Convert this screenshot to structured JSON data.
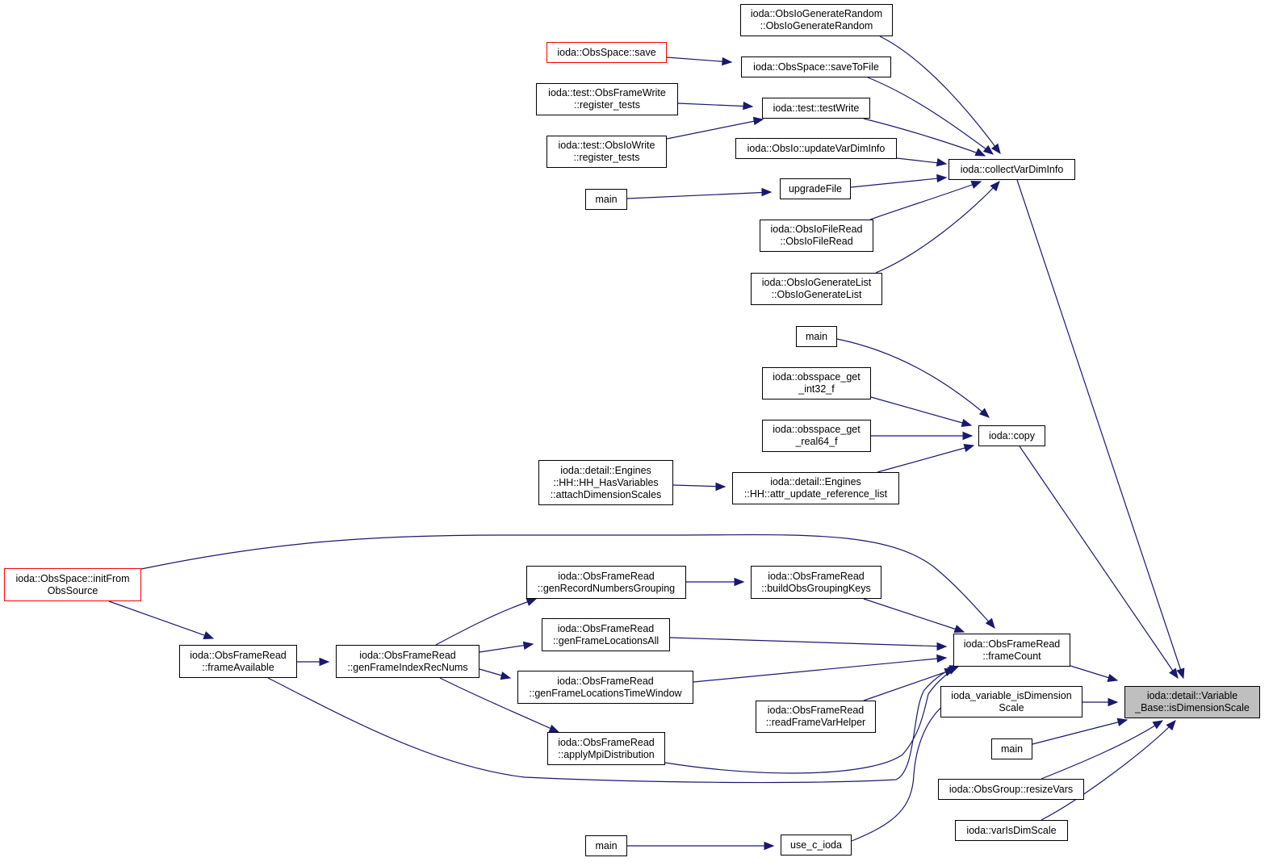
{
  "graph": {
    "edge_color": "#191970",
    "node_border_color": "#000000",
    "highlight_border_color": "#ff0000",
    "focus_fill_color": "#bfbfbf",
    "nodes": {
      "obsiogeneraterandom": [
        "ioda::ObsIoGenerateRandom",
        "::ObsIoGenerateRandom"
      ],
      "obsspace_save": [
        "ioda::ObsSpace::save"
      ],
      "savetofile": [
        "ioda::ObsSpace::saveToFile"
      ],
      "obsframewrite_register": [
        "ioda::test::ObsFrameWrite",
        "::register_tests"
      ],
      "testwrite": [
        "ioda::test::testWrite"
      ],
      "obsiowrite_register": [
        "ioda::test::ObsIoWrite",
        "::register_tests"
      ],
      "updatevardiminfo": [
        "ioda::ObsIo::updateVarDimInfo"
      ],
      "collectvardiminfo": [
        "ioda::collectVarDimInfo"
      ],
      "main_upgrade": [
        "main"
      ],
      "upgradefile": [
        "upgradeFile"
      ],
      "obsiofileread": [
        "ioda::ObsIoFileRead",
        "::ObsIoFileRead"
      ],
      "obsiogeneratelist": [
        "ioda::ObsIoGenerateList",
        "::ObsIoGenerateList"
      ],
      "main_copy": [
        "main"
      ],
      "obsspace_get_int32": [
        "ioda::obsspace_get",
        "_int32_f"
      ],
      "obsspace_get_real64": [
        "ioda::obsspace_get",
        "_real64_f"
      ],
      "copy": [
        "ioda::copy"
      ],
      "attachdimensionscales": [
        "ioda::detail::Engines",
        "::HH::HH_HasVariables",
        "::attachDimensionScales"
      ],
      "attr_update_reference_list": [
        "ioda::detail::Engines",
        "::HH::attr_update_reference_list"
      ],
      "initfromobssource": [
        "ioda::ObsSpace::initFrom",
        "ObsSource"
      ],
      "genrecordnumbersgrouping": [
        "ioda::ObsFrameRead",
        "::genRecordNumbersGrouping"
      ],
      "buildobsgroupingkeys": [
        "ioda::ObsFrameRead",
        "::buildObsGroupingKeys"
      ],
      "genframelocationsall": [
        "ioda::ObsFrameRead",
        "::genFrameLocationsAll"
      ],
      "frameavailable": [
        "ioda::ObsFrameRead",
        "::frameAvailable"
      ],
      "genframeindexrecnums": [
        "ioda::ObsFrameRead",
        "::genFrameIndexRecNums"
      ],
      "framecount": [
        "ioda::ObsFrameRead",
        "::frameCount"
      ],
      "genframelocationstimewindow": [
        "ioda::ObsFrameRead",
        "::genFrameLocationsTimeWindow"
      ],
      "variable_isdimensionscale": [
        "ioda_variable_isDimension",
        "Scale"
      ],
      "isdimensionscale": [
        "ioda::detail::Variable",
        "_Base::isDimensionScale"
      ],
      "readframevarhelper": [
        "ioda::ObsFrameRead",
        "::readFrameVarHelper"
      ],
      "applympidistribution": [
        "ioda::ObsFrameRead",
        "::applyMpiDistribution"
      ],
      "main_isdim": [
        "main"
      ],
      "resizevars": [
        "ioda::ObsGroup::resizeVars"
      ],
      "main_cioda": [
        "main"
      ],
      "use_c_ioda": [
        "use_c_ioda"
      ],
      "varisdimscale": [
        "ioda::varIsDimScale"
      ]
    }
  }
}
